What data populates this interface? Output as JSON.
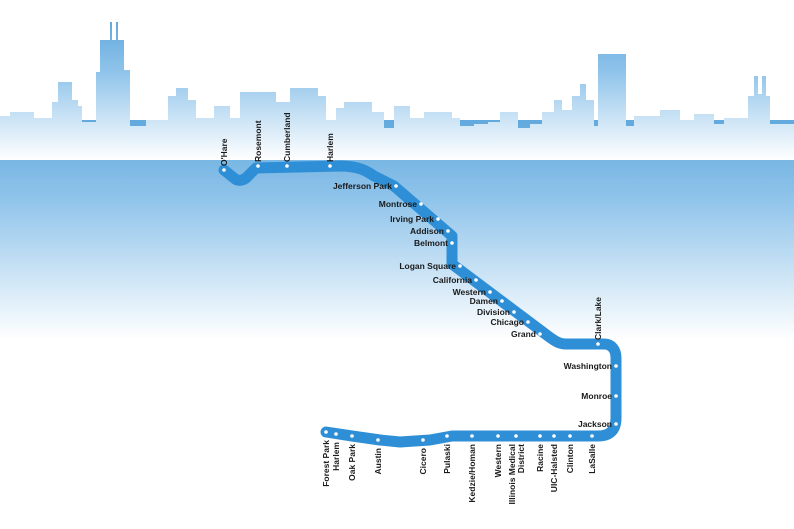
{
  "line": {
    "color": "#2f8fd6",
    "stations": [
      {
        "id": "ohare",
        "name": "O'Hare"
      },
      {
        "id": "rosemont",
        "name": "Rosemont"
      },
      {
        "id": "cumberland",
        "name": "Cumberland"
      },
      {
        "id": "harlem-north",
        "name": "Harlem"
      },
      {
        "id": "jefferson-park",
        "name": "Jefferson Park"
      },
      {
        "id": "montrose",
        "name": "Montrose"
      },
      {
        "id": "irving-park",
        "name": "Irving Park"
      },
      {
        "id": "addison",
        "name": "Addison"
      },
      {
        "id": "belmont",
        "name": "Belmont"
      },
      {
        "id": "logan-square",
        "name": "Logan Square"
      },
      {
        "id": "california",
        "name": "California"
      },
      {
        "id": "western-north",
        "name": "Western"
      },
      {
        "id": "damen",
        "name": "Damen"
      },
      {
        "id": "division",
        "name": "Division"
      },
      {
        "id": "chicago",
        "name": "Chicago"
      },
      {
        "id": "grand",
        "name": "Grand"
      },
      {
        "id": "clark-lake",
        "name": "Clark/Lake"
      },
      {
        "id": "washington",
        "name": "Washington"
      },
      {
        "id": "monroe",
        "name": "Monroe"
      },
      {
        "id": "jackson",
        "name": "Jackson"
      },
      {
        "id": "lasalle",
        "name": "LaSalle"
      },
      {
        "id": "clinton",
        "name": "Clinton"
      },
      {
        "id": "uic-halsted",
        "name": "UIC-Halsted"
      },
      {
        "id": "racine",
        "name": "Racine"
      },
      {
        "id": "illinois-medical-district",
        "name": "Illinois Medical District"
      },
      {
        "id": "western-south",
        "name": "Western"
      },
      {
        "id": "kedzie-homan",
        "name": "Kedzie/Homan"
      },
      {
        "id": "pulaski",
        "name": "Pulaski"
      },
      {
        "id": "cicero",
        "name": "Cicero"
      },
      {
        "id": "austin",
        "name": "Austin"
      },
      {
        "id": "oak-park",
        "name": "Oak Park"
      },
      {
        "id": "harlem-south",
        "name": "Harlem"
      },
      {
        "id": "forest-park",
        "name": "Forest Park"
      }
    ]
  },
  "colors": {
    "skyline_top": "#62a9dd",
    "skyline_bottom": "#ffffff",
    "line": "#2f8fd6",
    "station_dot": "#ffffff",
    "label": "#1a1a1a"
  }
}
